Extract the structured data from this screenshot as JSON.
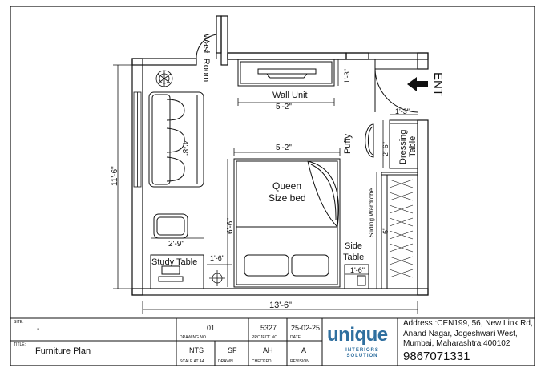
{
  "plan": {
    "labels": {
      "wash_room": "Wash Room",
      "wall_unit": "Wall Unit",
      "entry": "ENT",
      "puffy": "Puffy",
      "dressing_table": "Dressing Table",
      "queen_bed": "Queen Size bed",
      "study_table": "Study Table",
      "side_table": "Side Table",
      "sliding_wardrobe": "Sliding Wardrobe"
    },
    "dimensions": {
      "room_width": "13'-6\"",
      "room_height": "11'-6\"",
      "wall_unit_width": "5'-2\"",
      "wall_unit_depth": "1'-3\"",
      "bed_width": "5'-2\"",
      "bed_length": "6'-6\"",
      "sofa_length": "4'-8\"",
      "study_width": "2'-9\"",
      "study_depth": "1'-6\"",
      "side_table_width": "1'-6\"",
      "dressing_depth": "1'-3\"",
      "dressing_width": "2'-6\"",
      "wardrobe_length": "6'"
    }
  },
  "title_block": {
    "site_caption": "SITE:",
    "site_value": "-",
    "title_caption": "TITLE:",
    "title_value": "Furniture Plan",
    "drawing_no_value": "01",
    "drawing_no_caption": "DRAWING NO.",
    "project_no_value": "5327",
    "project_no_caption": "PROJECT NO.",
    "date_value": "25-02-25",
    "date_caption": "DATE.",
    "scale_value": "NTS",
    "scale_caption": "SCALE AT A4.",
    "drawn_value": "SF",
    "drawn_caption": "DRAWN.",
    "checked_value": "AH",
    "checked_caption": "CHECKED.",
    "revision_value": "A",
    "revision_caption": "REVISION.",
    "logo_main": "unique",
    "logo_sub": "INTERIORS SOLUTION",
    "address": "Address :CEN199, 56, New Link Rd, Anand Nagar, Jogeshwari West, Mumbai, Maharashtra 400102",
    "address_line1": "Address :CEN199, 56, New Link Rd,",
    "address_line2": "Anand Nagar, Jogeshwari West,",
    "address_line3": "Mumbai, Maharashtra 400102",
    "phone": "9867071331",
    "logo_color": "#2f6f9f"
  }
}
